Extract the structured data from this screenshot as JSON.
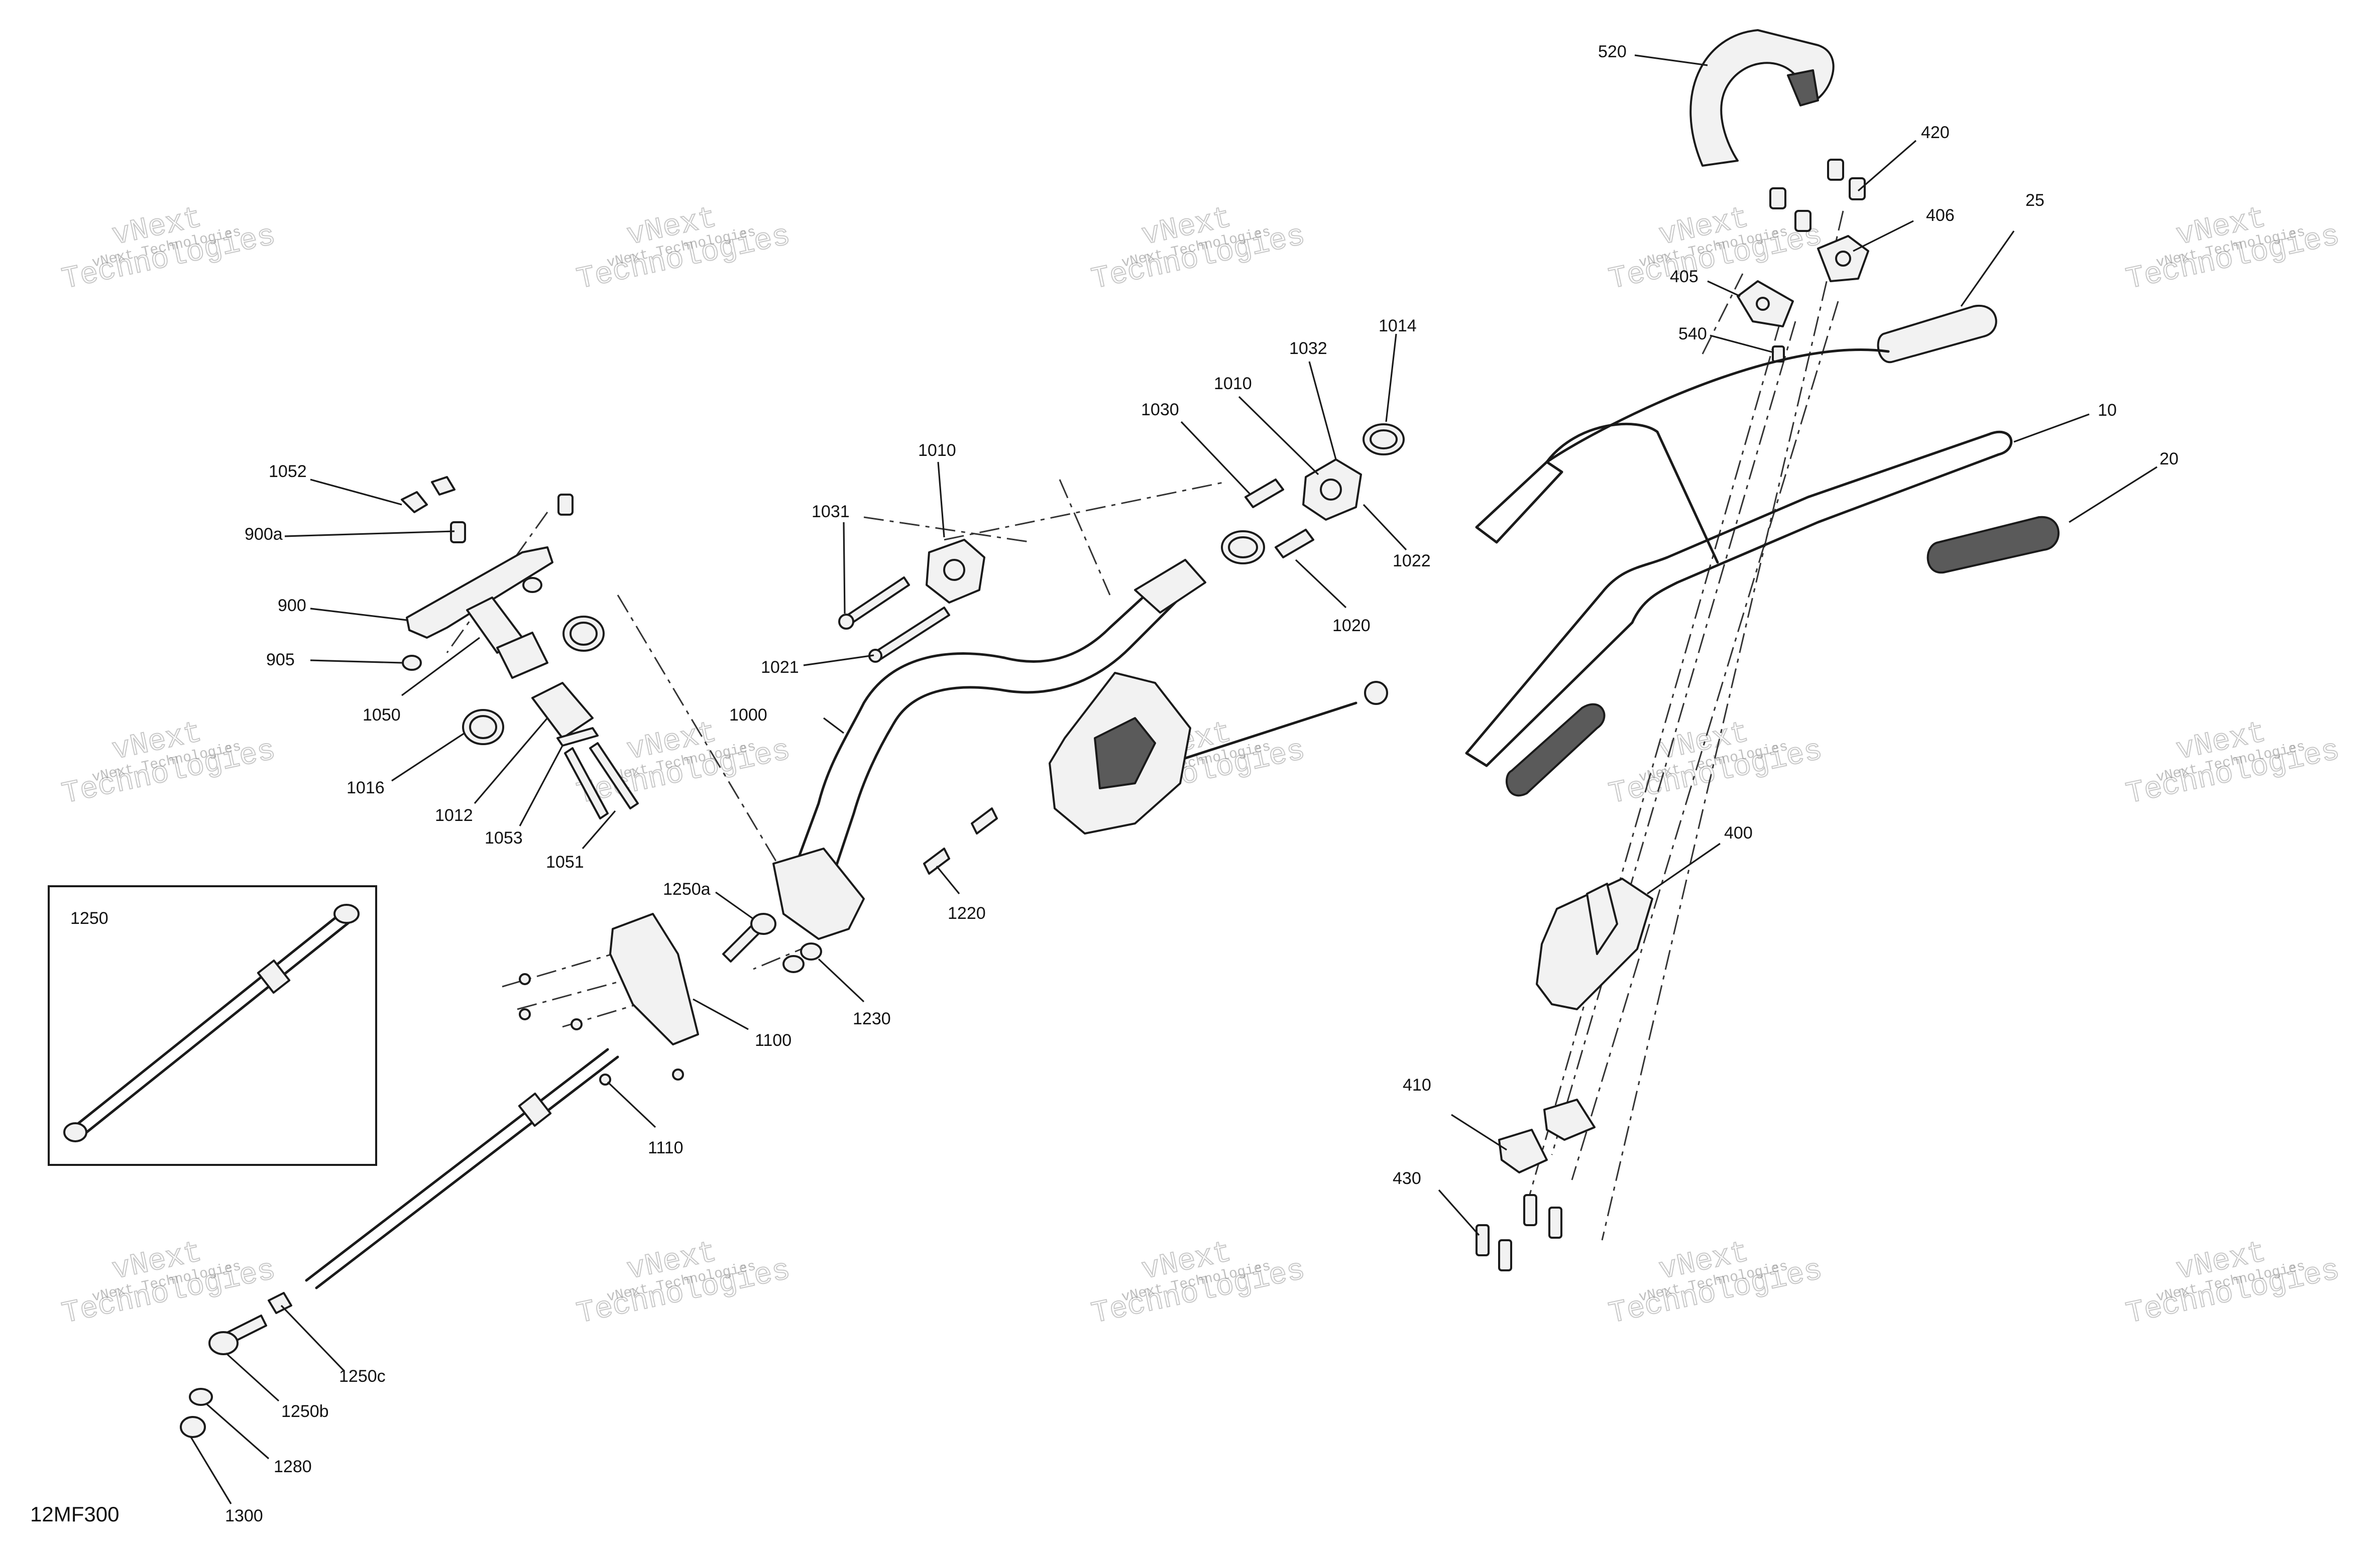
{
  "diagram_code": "12MF300",
  "watermark": {
    "line_small": "vNext Technologies",
    "line_big_1": "vNext",
    "line_big_2": "Technologies"
  },
  "inset": {
    "label": "1250"
  },
  "callouts": [
    "520",
    "420",
    "406",
    "25",
    "405",
    "540",
    "10",
    "20",
    "1014",
    "1032",
    "1010",
    "1030",
    "1010",
    "1031",
    "1022",
    "1020",
    "1021",
    "1052",
    "900a",
    "900",
    "905",
    "1050",
    "1016",
    "1012",
    "1053",
    "1051",
    "1000",
    "1220",
    "1250a",
    "1230",
    "1100",
    "1110",
    "400",
    "410",
    "430",
    "1250c",
    "1250b",
    "1280",
    "1300"
  ]
}
